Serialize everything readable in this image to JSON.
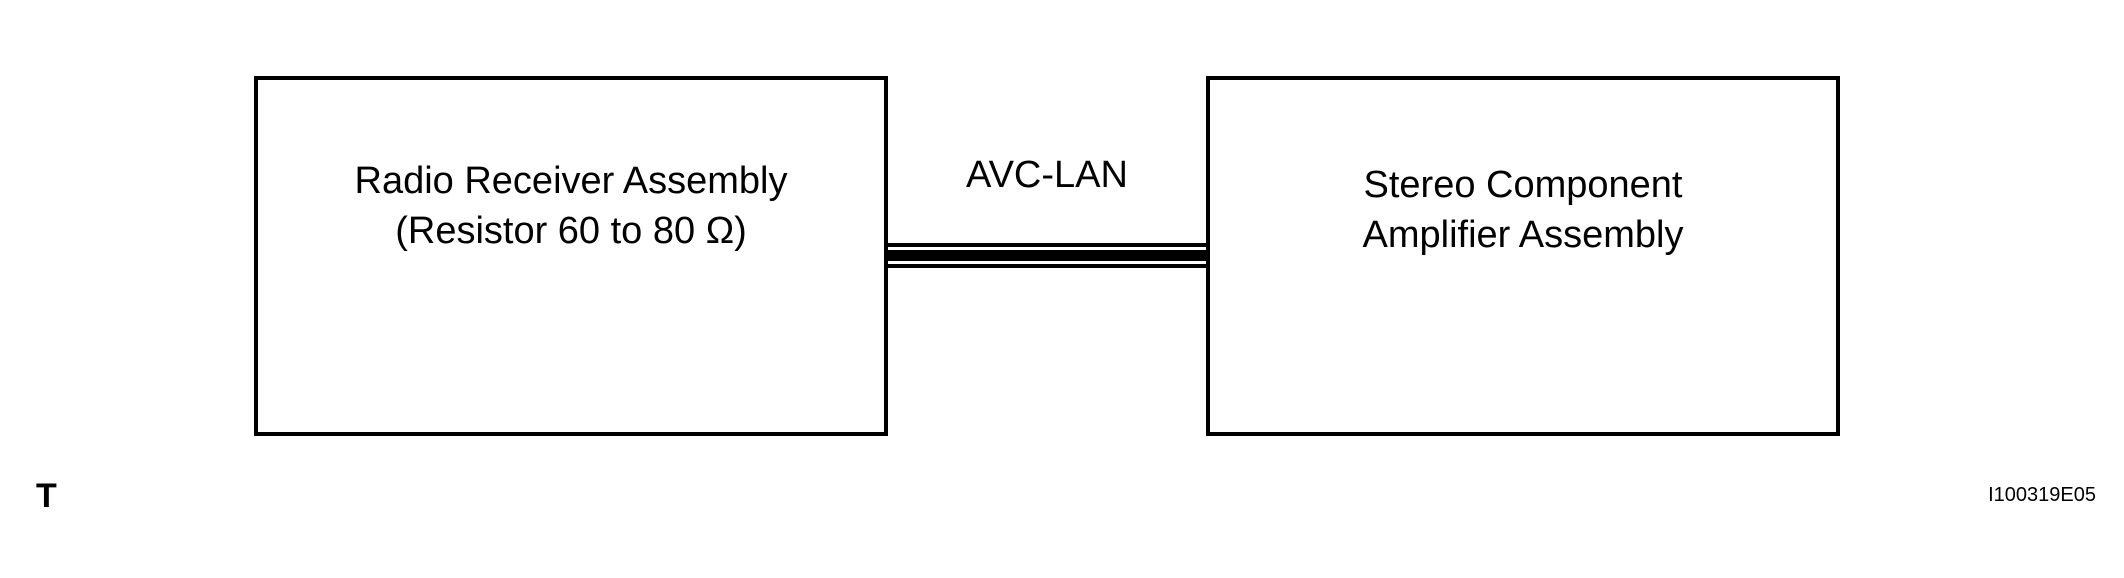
{
  "diagram": {
    "left_box": {
      "line1": "Radio Receiver Assembly",
      "line2": "(Resistor 60 to 80 Ω)"
    },
    "right_box": {
      "line1": "Stereo Component",
      "line2": "Amplifier Assembly"
    },
    "bus_label": "AVC-LAN",
    "corner_letter": "T",
    "figure_code": "I100319E05"
  }
}
